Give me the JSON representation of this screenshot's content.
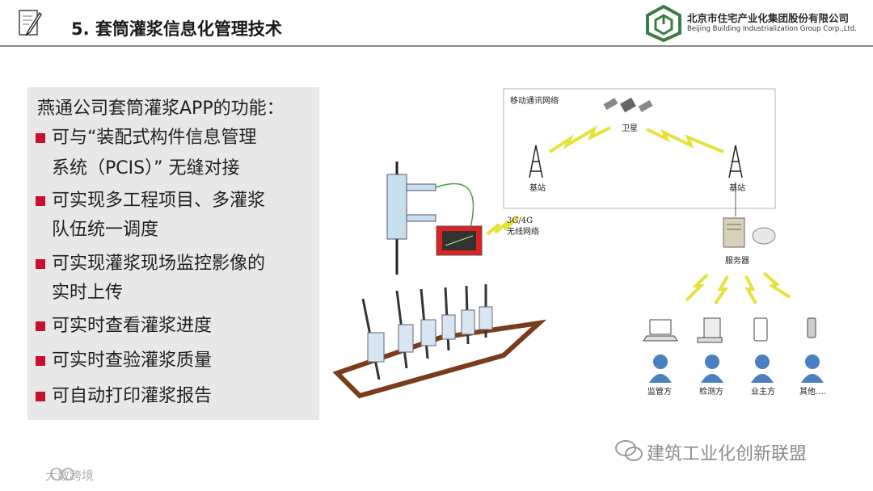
{
  "header": {
    "title": "5. 套筒灌浆信息化管理技术",
    "company_cn": "北京市住宅产业化集团股份有限公司",
    "company_en": "Beijing Building Industrialization Group Corp.,Ltd."
  },
  "panel": {
    "title": "燕通公司套筒灌浆APP的功能：",
    "bullets": [
      {
        "line1": "可与“装配式构件信息管理",
        "line2": "系统（PCIS）” 无缝对接"
      },
      {
        "line1": "可实现多工程项目、多灌浆",
        "line2": "队伍统一调度"
      },
      {
        "line1": "可实现灌浆现场监控影像的",
        "line2": "实时上传"
      },
      {
        "line1": "可实时查看灌浆进度"
      },
      {
        "line1": "可实时查验灌浆质量"
      },
      {
        "line1": "可自动打印灌浆报告"
      }
    ]
  },
  "diagram": {
    "network_label": "移动通讯网络",
    "satellite": "卫星",
    "base_left": "基站",
    "base_right": "基站",
    "wireless_line1": "3G/4G",
    "wireless_line2": "无线网络",
    "server": "服务器",
    "roles": [
      "监管方",
      "检测方",
      "业主方",
      "其他…."
    ]
  },
  "watermarks": {
    "left": "大数跨境",
    "right": "建筑工业化创新联盟"
  },
  "colors": {
    "bullet": "#c8102e",
    "logo_green": "#3a7d44",
    "lightning": "#e5e23a",
    "person": "#4a7fc1"
  }
}
